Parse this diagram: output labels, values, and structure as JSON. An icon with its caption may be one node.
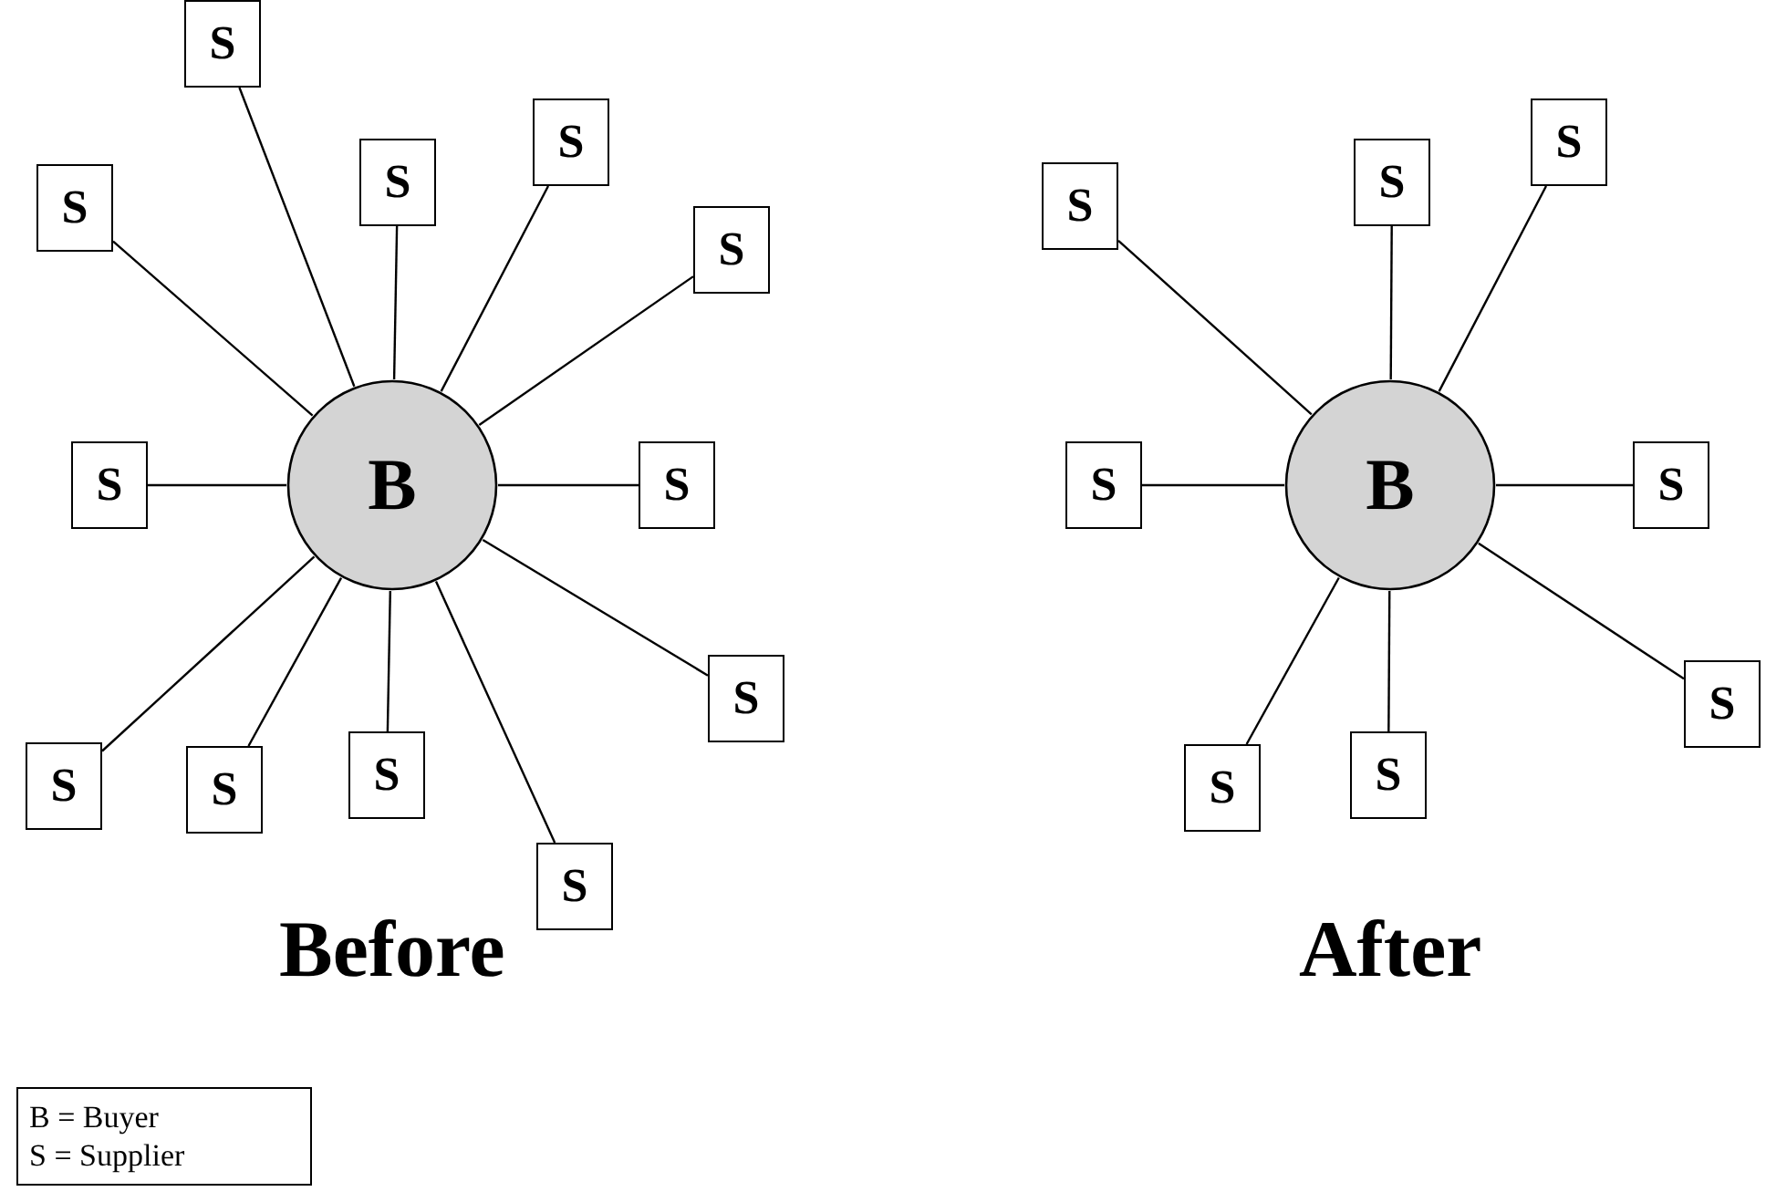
{
  "diagram": {
    "nodes": [
      {
        "text": [
          "B"
        ]
      },
      {
        "text": [
          "S"
        ]
      },
      {
        "text": [
          "S"
        ]
      },
      {
        "text": [
          "S"
        ]
      },
      {
        "text": [
          "S"
        ]
      },
      {
        "text": [
          "S"
        ]
      },
      {
        "text": [
          "S"
        ]
      },
      {
        "text": [
          "S"
        ]
      },
      {
        "text": [
          "S"
        ]
      },
      {
        "text": [
          "S"
        ]
      },
      {
        "text": [
          "S"
        ]
      },
      {
        "text": [
          "S"
        ]
      },
      {
        "text": [
          "S"
        ]
      },
      {
        "text": [
          "B"
        ]
      },
      {
        "text": [
          "S"
        ]
      },
      {
        "text": [
          "S"
        ]
      },
      {
        "text": [
          "S"
        ]
      },
      {
        "text": [
          "S"
        ]
      },
      {
        "text": [
          "S"
        ]
      },
      {
        "text": [
          "S"
        ]
      },
      {
        "text": [
          "S"
        ]
      },
      {
        "text": [
          "S"
        ]
      }
    ],
    "edges": [
      {
        "from": 0,
        "to": 1,
        "arrow": "none"
      },
      {
        "from": 0,
        "to": 2,
        "arrow": "none"
      },
      {
        "from": 0,
        "to": 3,
        "arrow": "none"
      },
      {
        "from": 0,
        "to": 4,
        "arrow": "none"
      },
      {
        "from": 0,
        "to": 5,
        "arrow": "none"
      },
      {
        "from": 0,
        "to": 6,
        "arrow": "none"
      },
      {
        "from": 0,
        "to": 7,
        "arrow": "none"
      },
      {
        "from": 0,
        "to": 8,
        "arrow": "none"
      },
      {
        "from": 0,
        "to": 9,
        "arrow": "none"
      },
      {
        "from": 0,
        "to": 10,
        "arrow": "none"
      },
      {
        "from": 0,
        "to": 11,
        "arrow": "none"
      },
      {
        "from": 0,
        "to": 12,
        "arrow": "none"
      },
      {
        "from": 13,
        "to": 14,
        "arrow": "none"
      },
      {
        "from": 13,
        "to": 15,
        "arrow": "none"
      },
      {
        "from": 13,
        "to": 16,
        "arrow": "none"
      },
      {
        "from": 13,
        "to": 17,
        "arrow": "none"
      },
      {
        "from": 13,
        "to": 18,
        "arrow": "none"
      },
      {
        "from": 13,
        "to": 19,
        "arrow": "none"
      },
      {
        "from": 13,
        "to": 20,
        "arrow": "none"
      },
      {
        "from": 13,
        "to": 21,
        "arrow": "none"
      }
    ],
    "labels": [
      "Before",
      "After"
    ],
    "legend": [
      {
        "text": "B = Buyer"
      },
      {
        "text": "S = Supplier"
      }
    ]
  }
}
